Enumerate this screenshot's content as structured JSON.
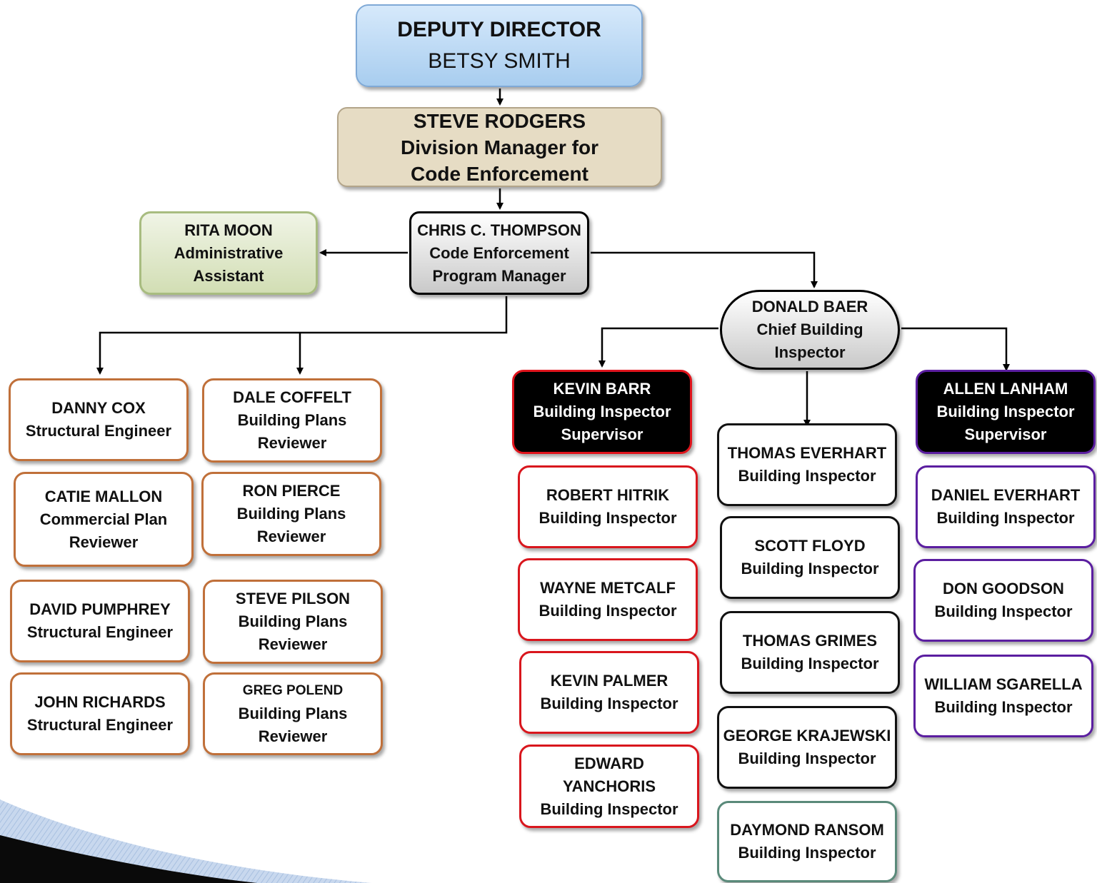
{
  "deputy": {
    "title": "DEPUTY DIRECTOR",
    "name": "BETSY SMITH"
  },
  "manager": {
    "line1": "STEVE RODGERS",
    "line2": "Division Manager for",
    "line3": "Code Enforcement"
  },
  "program_manager": {
    "line1": "CHRIS C. THOMPSON",
    "line2": "Code Enforcement",
    "line3": "Program Manager"
  },
  "admin": {
    "line1": "RITA MOON",
    "line2": "Administrative",
    "line3": "Assistant"
  },
  "chief": {
    "line1": "DONALD BAER",
    "line2": "Chief Building",
    "line3": "Inspector"
  },
  "left_col1": [
    {
      "name": "DANNY COX",
      "role": "Structural Engineer"
    },
    {
      "name": "CATIE MALLON",
      "role1": "Commercial Plan",
      "role2": "Reviewer"
    },
    {
      "name": "DAVID PUMPHREY",
      "role": "Structural Engineer"
    },
    {
      "name": "JOHN RICHARDS",
      "role": "Structural Engineer"
    }
  ],
  "left_col2": [
    {
      "name": "DALE COFFELT",
      "role1": "Building Plans",
      "role2": "Reviewer"
    },
    {
      "name": "RON PIERCE",
      "role1": "Building Plans",
      "role2": "Reviewer"
    },
    {
      "name": "STEVE PILSON",
      "role1": "Building Plans",
      "role2": "Reviewer"
    },
    {
      "name": "GREG POLEND",
      "role1": "Building Plans",
      "role2": "Reviewer"
    }
  ],
  "supervisor_red": {
    "line1": "KEVIN BARR",
    "line2": "Building Inspector",
    "line3": "Supervisor"
  },
  "red_team": [
    {
      "name": "ROBERT HITRIK",
      "role": "Building Inspector"
    },
    {
      "name": "WAYNE METCALF",
      "role": "Building Inspector"
    },
    {
      "name": "KEVIN PALMER",
      "role": "Building Inspector"
    },
    {
      "name1": "EDWARD",
      "name2": "YANCHORIS",
      "role": "Building Inspector"
    }
  ],
  "center_team": [
    {
      "name": "THOMAS EVERHART",
      "role": "Building Inspector"
    },
    {
      "name": "SCOTT FLOYD",
      "role": "Building Inspector"
    },
    {
      "name": "THOMAS GRIMES",
      "role": "Building Inspector"
    },
    {
      "name": "GEORGE KRAJEWSKI",
      "role": "Building Inspector"
    },
    {
      "name": "DAYMOND RANSOM",
      "role": "Building Inspector"
    }
  ],
  "supervisor_purple": {
    "line1": "ALLEN LANHAM",
    "line2": "Building Inspector",
    "line3": "Supervisor"
  },
  "purple_team": [
    {
      "name": "DANIEL EVERHART",
      "role": "Building Inspector"
    },
    {
      "name": "DON GOODSON",
      "role": "Building Inspector"
    },
    {
      "name": "WILLIAM SGARELLA",
      "role": "Building Inspector"
    }
  ]
}
